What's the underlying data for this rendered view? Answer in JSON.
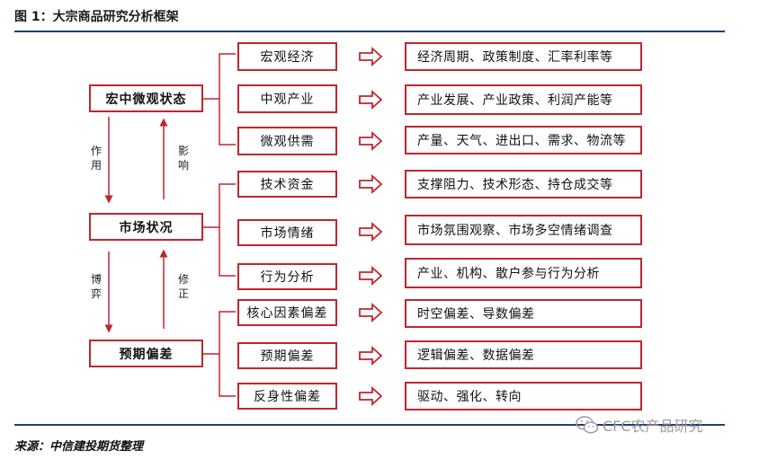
{
  "figure_title": "图 1：大宗商品研究分析框架",
  "left_nodes": [
    {
      "label": "宏中微观状态"
    },
    {
      "label": "市场状况"
    },
    {
      "label": "预期偏差"
    }
  ],
  "side_labels": {
    "down_1": "作用",
    "up_1": "影响",
    "down_2": "博弈",
    "up_2": "修正"
  },
  "groups": [
    {
      "items": [
        {
          "label": "宏观经济",
          "detail": "经济周期、政策制度、汇率利率等"
        },
        {
          "label": "中观产业",
          "detail": "产业发展、产业政策、利润产能等"
        },
        {
          "label": "微观供需",
          "detail": "产量、天气、进出口、需求、物流等"
        }
      ]
    },
    {
      "items": [
        {
          "label": "技术资金",
          "detail": "支撑阻力、技术形态、持仓成交等"
        },
        {
          "label": "市场情绪",
          "detail": "市场氛围观察、市场多空情绪调查"
        },
        {
          "label": "行为分析",
          "detail": "产业、机构、散户参与行为分析"
        }
      ]
    },
    {
      "items": [
        {
          "label": "核心因素偏差",
          "detail": "时空偏差、导数偏差"
        },
        {
          "label": "预期偏差",
          "detail": "逻辑偏差、数据偏差"
        },
        {
          "label": "反身性偏差",
          "detail": "驱动、强化、转向"
        }
      ]
    }
  ],
  "source": "来源：中信建投期货整理",
  "watermark": "CFC农产品研究",
  "colors": {
    "box_border": "#c0262d",
    "arrow_outline": "#c0262d",
    "rule": "#1f3f73",
    "brace": "#c0262d",
    "vertical_arrow": "#c0262d"
  }
}
